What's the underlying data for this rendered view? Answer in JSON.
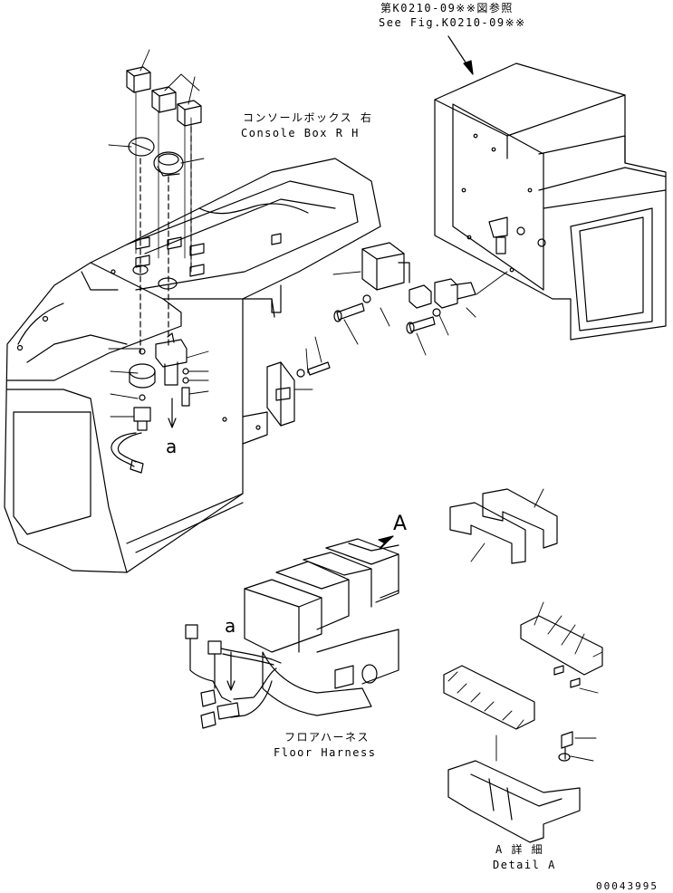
{
  "labels": {
    "ref_jp": "第K0210-09※※図参照",
    "ref_en": "See Fig.K0210-09※※",
    "console_jp": "コンソールボックス 右",
    "console_en": "Console Box R H",
    "harness_jp": "フロアハーネス",
    "harness_en": "Floor Harness",
    "detail_jp": "A 詳 細",
    "detail_en": "Detail A",
    "view_a": "A",
    "marker_a1": "a",
    "marker_a2": "a",
    "drawing_no": "00043995"
  }
}
